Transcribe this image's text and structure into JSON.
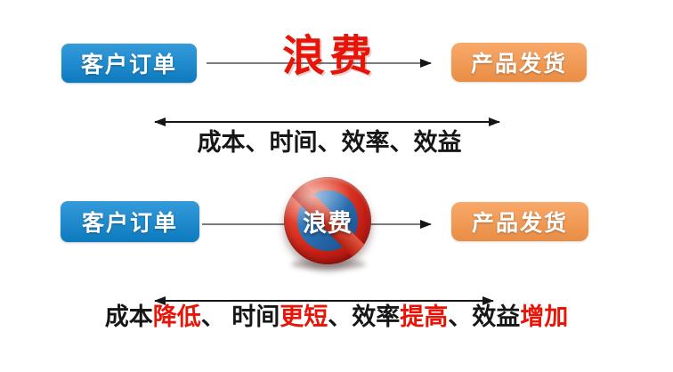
{
  "colors": {
    "process_blue": "#0e88d4",
    "process_orange": "#f79649",
    "emphasis_red": "#e81408",
    "ink": "#161616",
    "connector_gray": "#7c7c7c",
    "ban_ring_red": "#c31f14",
    "ban_core_blue": "#2a6fb4"
  },
  "before": {
    "left_box": "客户订单",
    "waste_label": "浪费",
    "right_box": "产品发货",
    "metrics_label": "成本、时间、效率、效益"
  },
  "after": {
    "left_box": "客户订单",
    "ban_label": "浪费",
    "right_box": "产品发货",
    "metrics_segments": [
      {
        "text": "成本",
        "emphasis": false
      },
      {
        "text": "降低",
        "emphasis": true
      },
      {
        "text": "、 ",
        "emphasis": false
      },
      {
        "text": "时间",
        "emphasis": false
      },
      {
        "text": "更短",
        "emphasis": true
      },
      {
        "text": "、",
        "emphasis": false
      },
      {
        "text": "效率",
        "emphasis": false
      },
      {
        "text": "提高",
        "emphasis": true
      },
      {
        "text": "、",
        "emphasis": false
      },
      {
        "text": "效益",
        "emphasis": false
      },
      {
        "text": "增加",
        "emphasis": true
      }
    ]
  }
}
